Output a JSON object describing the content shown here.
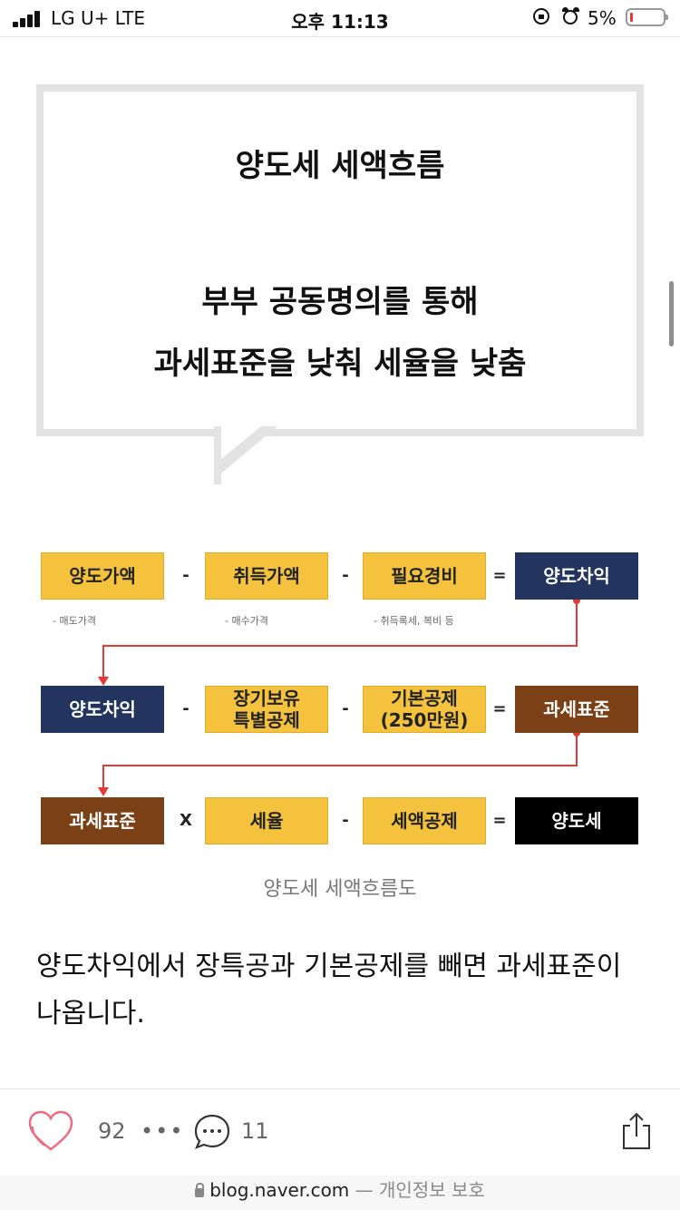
{
  "status_bar": {
    "carrier": "LG U+  LTE",
    "time": "오후 11:13",
    "battery": "5%"
  },
  "quote": {
    "title": "양도세 세액흐름",
    "line1": "부부 공동명의를 통해",
    "line2": "과세표준을 낮춰 세율을 낮춤"
  },
  "diagram": {
    "row1": {
      "b1": "양도가액",
      "op1": "-",
      "b2": "취득가액",
      "op2": "-",
      "b3": "필요경비",
      "op3": "=",
      "b4": "양도차익"
    },
    "row1_notes": {
      "n1": "- 매도가격",
      "n2": "- 매수가격",
      "n3": "- 취득록세, 복비 등"
    },
    "row2": {
      "b1": "양도차익",
      "op1": "-",
      "b2": "장기보유\n특별공제",
      "op2": "-",
      "b3": "기본공제\n(250만원)",
      "op3": "=",
      "b4": "과세표준"
    },
    "row3": {
      "b1": "과세표준",
      "op1": "X",
      "b2": "세율",
      "op2": "-",
      "b3": "세액공제",
      "op3": "=",
      "b4": "양도세"
    },
    "caption": "양도세 세액흐름도"
  },
  "body": {
    "paragraph": "양도차익에서 장특공과 기본공제를 빼면 과세표준이 나옵니다."
  },
  "footer": {
    "like_count": "92",
    "more": "•••",
    "comment_count": "11",
    "url": "blog.naver.com",
    "privacy": " — 개인정보 보호"
  },
  "colors": {
    "yellow": "#f4c23c",
    "navy": "#23355e",
    "brown": "#7b4016",
    "black": "#000000",
    "arrow": "#e53935"
  }
}
